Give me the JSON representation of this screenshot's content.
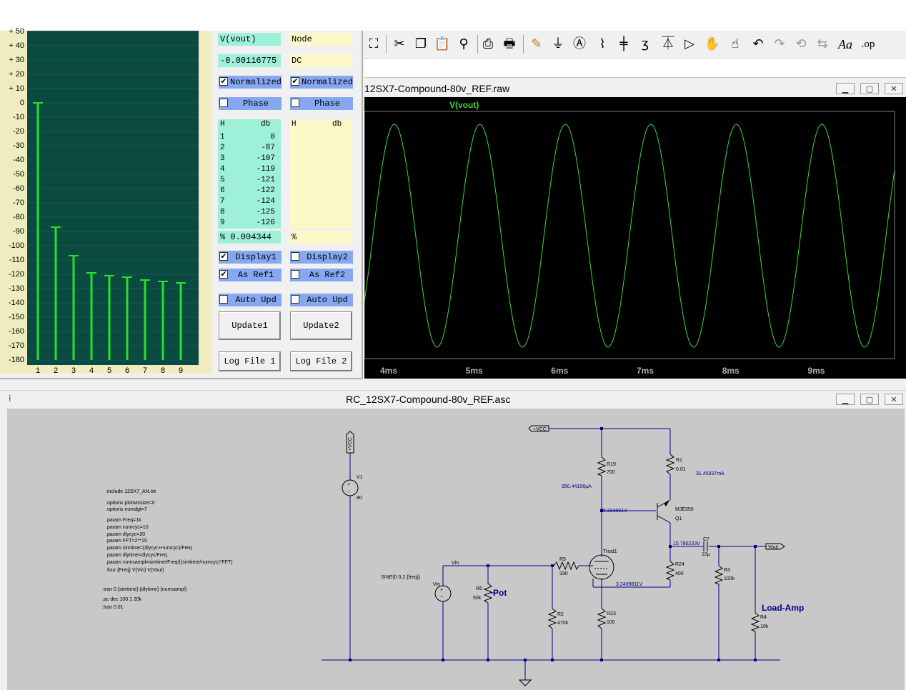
{
  "toolbar": {
    "icons": [
      "zoom-icon",
      "cut-icon",
      "copy-icon",
      "paste-icon",
      "find-icon",
      "print-icon",
      "print-setup-icon",
      "pencil-icon",
      "ground-icon",
      "label-icon",
      "resistor-icon",
      "capacitor-icon",
      "inductor-icon",
      "diode-icon",
      "component-icon",
      "move-icon",
      "drag-icon",
      "undo-icon",
      "redo-icon",
      "rotate-icon",
      "mirror-icon",
      "text-icon",
      "spice-directive-icon"
    ],
    "text_aa": "Aa",
    "text_op": ".op"
  },
  "waveform": {
    "title": "12SX7-Compound-80v_REF.raw",
    "trace_label": "V(vout)",
    "trace_color": "#3cd83c",
    "x_ticks": [
      "4ms",
      "5ms",
      "6ms",
      "7ms",
      "8ms",
      "9ms"
    ],
    "chart_data": {
      "type": "line",
      "series": [
        {
          "name": "V(vout)",
          "shape": "sine",
          "cycles_visible": 6.2
        }
      ],
      "x_range_ms": [
        3.9,
        10.1
      ],
      "frequency_hz": 1000
    }
  },
  "fft": {
    "y_ticks": [
      "+ 50",
      "+ 40",
      "+ 30",
      "+ 20",
      "+ 10",
      "0",
      "-10",
      "-20",
      "-30",
      "-40",
      "-50",
      "-60",
      "-70",
      "-80",
      "-90",
      "-100",
      "-110",
      "-120",
      "-130",
      "-140",
      "-150",
      "-160",
      "-170",
      "-180"
    ],
    "x_ticks": [
      "1",
      "2",
      "3",
      "4",
      "5",
      "6",
      "7",
      "8",
      "9"
    ],
    "bar_color": "#28e028",
    "chart_data": {
      "type": "bar",
      "categories": [
        "1",
        "2",
        "3",
        "4",
        "5",
        "6",
        "7",
        "8",
        "9"
      ],
      "values": [
        0,
        -87,
        -107,
        -119,
        -121,
        -122,
        -124,
        -125,
        -126
      ],
      "ylim": [
        -180,
        50
      ]
    }
  },
  "panel": {
    "col1": {
      "node": "V(vout)",
      "dc": "-0.00116775",
      "normalized": "Normalized",
      "phase": "Phase",
      "h_header": "H",
      "db_header": "db",
      "rows": [
        [
          "1",
          "0"
        ],
        [
          "2",
          "-87"
        ],
        [
          "3",
          "-107"
        ],
        [
          "4",
          "-119"
        ],
        [
          "5",
          "-121"
        ],
        [
          "6",
          "-122"
        ],
        [
          "7",
          "-124"
        ],
        [
          "8",
          "-125"
        ],
        [
          "9",
          "-126"
        ]
      ],
      "thd": "% 0.004344",
      "display": "Display1",
      "as_ref": "As Ref1",
      "auto_upd": "Auto Upd",
      "update": "Update1",
      "log_file": "Log File 1"
    },
    "col2": {
      "node": "Node",
      "dc": "DC",
      "normalized": "Normalized",
      "phase": "Phase",
      "h_header": "H",
      "db_header": "db",
      "thd": "%",
      "display": "Display2",
      "as_ref": "As Ref2",
      "auto_upd": "Auto Upd",
      "update": "Update2",
      "log_file": "Log File 2"
    },
    "checks": {
      "normalized1": true,
      "normalized2": true,
      "phase1": false,
      "phase2": false,
      "display1": true,
      "display2": false,
      "asref1": true,
      "asref2": false,
      "auto1": false,
      "auto2": false
    }
  },
  "schematic": {
    "title": "RC_12SX7-Compound-80v_REF.asc",
    "directives": [
      ".include 12SX7_AN.txt",
      ".options plotwinsize=0",
      ".options numdgt=7",
      ".param Freq=1k",
      ".param numcyc=10",
      ".param dlycyc=20",
      ".param FFT=2**15",
      ".param simtime=(dlycyc+numcyc)/Freq",
      ".param dlytime=dlycyc/Freq",
      ".param numsampl=simtime/Freq/((simtime/numcyc)*FFT)",
      ".four {Freq} V(Vin) V(Vout)",
      ".tran 0 {simtime} {dlytime} {numsampl}",
      ";ac dec 100 1 20k",
      ";tran 0.01"
    ],
    "labels": {
      "vcc_flag": "+VCC",
      "vcc_flag2": "+VCC",
      "v1": "V1",
      "v1_val": "80",
      "vin": "Vin",
      "vin_node": "Vin",
      "sine": "SINE(0 0.2 {freq})",
      "r6": "R6",
      "r6_val": "50k",
      "pot": "Pot",
      "r5": "R5",
      "r5_val": "330",
      "r2": "R2",
      "r2_val": "470k",
      "r19": "R19",
      "r19_val": "700",
      "r23": "R23",
      "r23_val": "100",
      "triode": "Triod1",
      "r1": "R1",
      "r1_val": "0.01",
      "q1_model": "MJE350",
      "q1": "Q1",
      "r24": "R24",
      "r24_val": "400",
      "c7": "C7",
      "c7_val": "10µ",
      "r3": "R3",
      "r3_val": "100k",
      "r4": "R4",
      "r4_val": "10k",
      "vout": "Vout",
      "load": "Load-Amp",
      "i1": "950.44156µA",
      "i2": "31.45937mA",
      "v_node1": "79.334691V",
      "v_node2": "15.780233V",
      "v_node3": "3.2409811V"
    }
  }
}
